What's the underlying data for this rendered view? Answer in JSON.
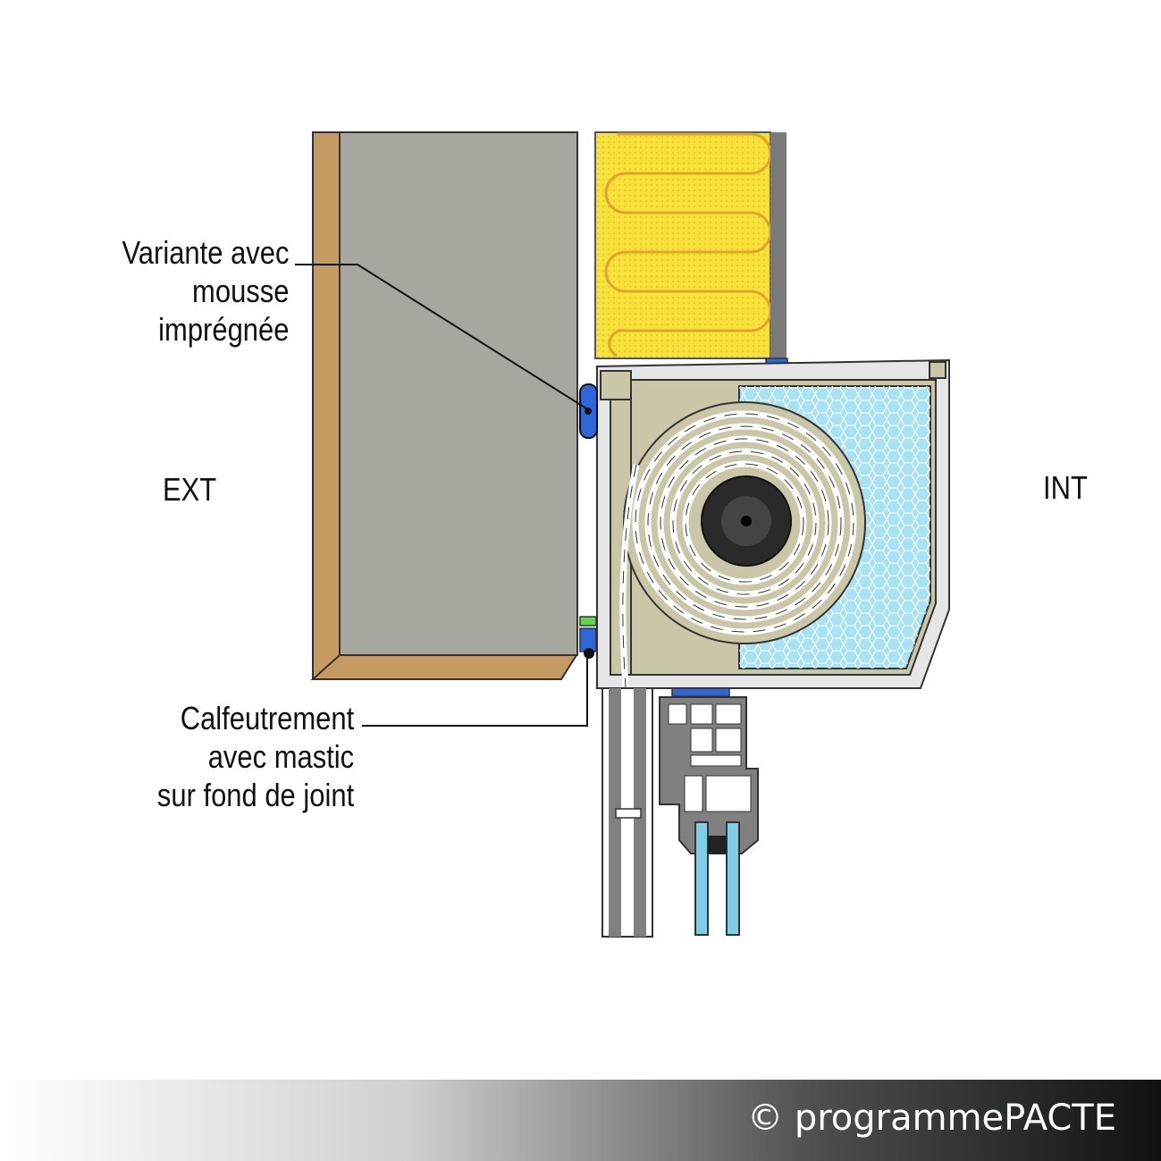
{
  "labels": {
    "variante_line1": "Variante avec",
    "variante_line2": "mousse",
    "variante_line3": "imprégnée",
    "calfeutrement_line1": "Calfeutrement",
    "calfeutrement_line2": "avec mastic",
    "calfeutrement_line3": "sur fond de joint",
    "ext": "EXT",
    "int": "INT"
  },
  "footer": {
    "copyright": "© programmePACTE"
  },
  "colors": {
    "wall_grey": "#a7a69f",
    "wood_facing": "#c59a63",
    "insulation_yellow": "#f8e23a",
    "insulation_stroke": "#e0a52a",
    "box_beige": "#c9c7a8",
    "box_frame": "#e6e6e6",
    "honeycomb_blue": "#a8e2f3",
    "seal_blue": "#2f67d8",
    "seal_green": "#5fd44c",
    "glass_blue": "#7fcde6",
    "profile_grey": "#808080"
  }
}
